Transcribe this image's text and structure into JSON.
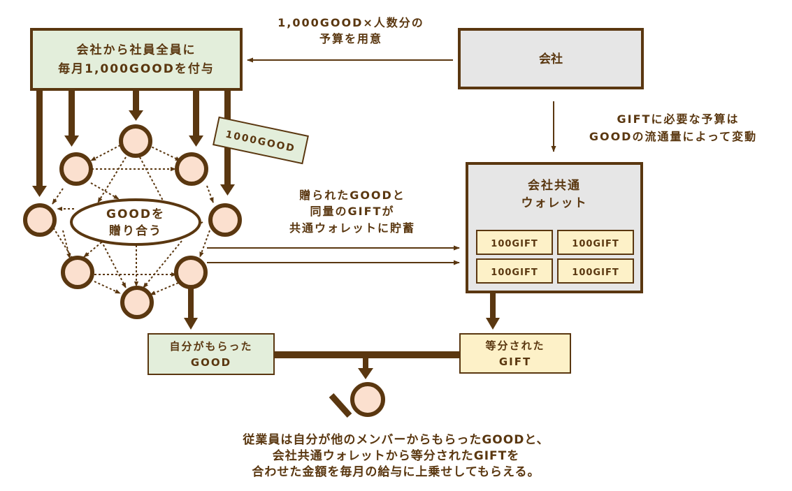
{
  "budget_box": {
    "line1": "会社から社員全員に",
    "line2": "毎月1,000GOODを付与"
  },
  "company_box": {
    "label": "会社"
  },
  "budget_arrow_label": {
    "line1": "1,000GOOD×人数分の",
    "line2": "予算を用意"
  },
  "gift_budget_label": {
    "line1": "GIFTに必要な予算は",
    "line2": "GOODの流通量によって変動"
  },
  "good_card": {
    "label": "1000GOOD"
  },
  "exchange_bubble": {
    "line1": "GOODを",
    "line2": "贈り合う"
  },
  "wallet_arrow_label": {
    "line1": "贈られたGOODと",
    "line2": "同量のGIFTが",
    "line3": "共通ウォレットに貯蓄"
  },
  "wallet_box": {
    "line1": "会社共通",
    "line2": "ウォレット",
    "gifts": [
      "100GIFT",
      "100GIFT",
      "100GIFT",
      "100GIFT"
    ]
  },
  "own_good_box": {
    "line1": "自分がもらった",
    "line2": "GOOD"
  },
  "split_gift_box": {
    "line1": "等分された",
    "line2": "GIFT"
  },
  "footer": {
    "line1": "従業員は自分が他のメンバーからもらったGOODと、",
    "line2": "会社共通ウォレットから等分されたGIFTを",
    "line3": "合わせた金額を毎月の給与に上乗せしてもらえる。"
  },
  "colors": {
    "brown": "#5a3710",
    "green_fill": "#e3eedb",
    "gray_fill": "#e6e6e6",
    "peach_fill": "#fbe0cf",
    "gift_fill": "#fdf1c8"
  }
}
